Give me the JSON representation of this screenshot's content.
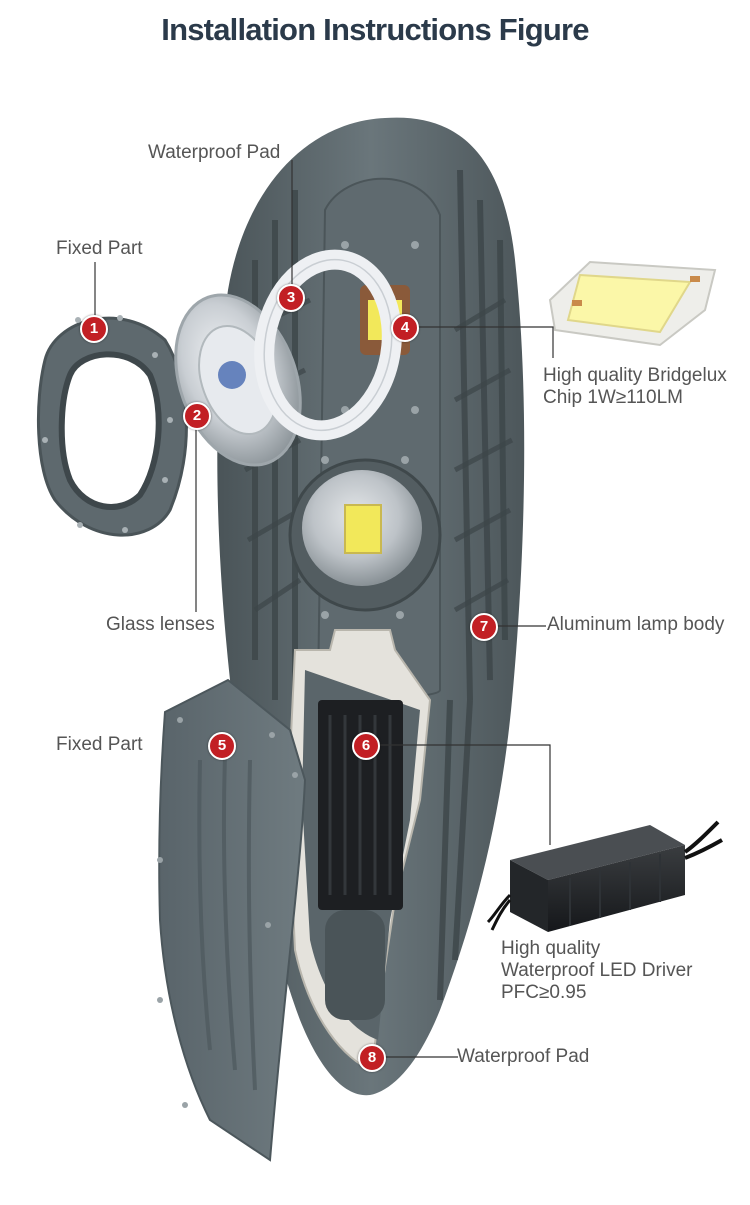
{
  "title": "Installation Instructions Figure",
  "labels": {
    "waterproof_pad_top": "Waterproof Pad",
    "fixed_part_top": "Fixed Part",
    "chip_line1": "High quality Bridgelux",
    "chip_line2": "Chip 1W≥110LM",
    "glass_lenses": "Glass lenses",
    "aluminum_body": "Aluminum lamp body",
    "fixed_part_bottom": "Fixed Part",
    "driver_line1": "High quality",
    "driver_line2": "Waterproof LED Driver",
    "driver_line3": "PFC≥0.95",
    "waterproof_pad_bottom": "Waterproof Pad"
  },
  "markers": [
    "1",
    "2",
    "3",
    "4",
    "5",
    "6",
    "7",
    "8"
  ],
  "colors": {
    "housing": "#5b666b",
    "marker": "#c21f24",
    "title": "#2b3a4a",
    "label": "#555555"
  }
}
